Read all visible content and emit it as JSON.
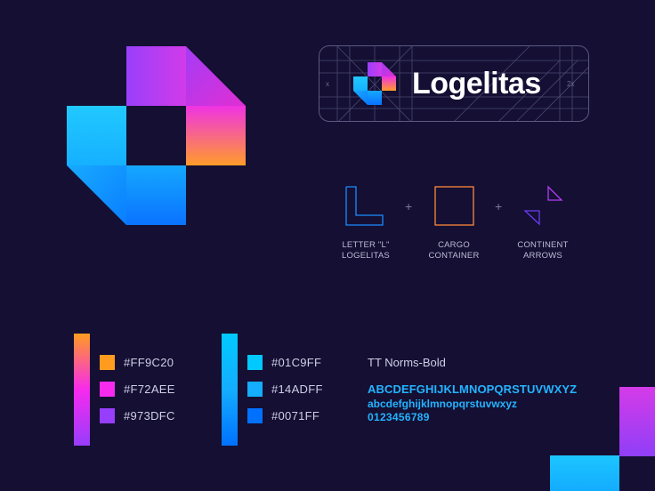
{
  "brand": {
    "name": "Logelitas",
    "grid_marks": [
      "x",
      "2x"
    ]
  },
  "concepts": [
    {
      "label_line1": "LETTER \"L\"",
      "label_line2": "LOGELITAS",
      "icon": "letter-l-outline-icon"
    },
    {
      "label_line1": "CARGO",
      "label_line2": "CONTAINER",
      "icon": "cargo-container-square-icon"
    },
    {
      "label_line1": "CONTINENT",
      "label_line2": "ARROWS",
      "icon": "continent-arrows-triangles-icon"
    }
  ],
  "concept_operator": "+",
  "palette_warm": {
    "colors": [
      {
        "hex_label": "#FF9C20",
        "color": "#FF9C20"
      },
      {
        "hex_label": "#F72AEE",
        "color": "#F72AEE"
      },
      {
        "hex_label": "#973DFC",
        "color": "#973DFC"
      }
    ]
  },
  "palette_cool": {
    "colors": [
      {
        "hex_label": "#01C9FF",
        "color": "#01C9FF"
      },
      {
        "hex_label": "#14ADFF",
        "color": "#14ADFF"
      },
      {
        "hex_label": "#0071FF",
        "color": "#0071FF"
      }
    ]
  },
  "typography": {
    "font_name": "TT Norms-Bold",
    "uppercase": "ABCDEFGHIJKLMNOPQRSTUVWXYZ",
    "lowercase": "abcdefghijklmnopqrstuvwxyz",
    "digits": "0123456789"
  },
  "colors": {
    "background": "#140f33",
    "accent_text": "#23b4ff"
  }
}
